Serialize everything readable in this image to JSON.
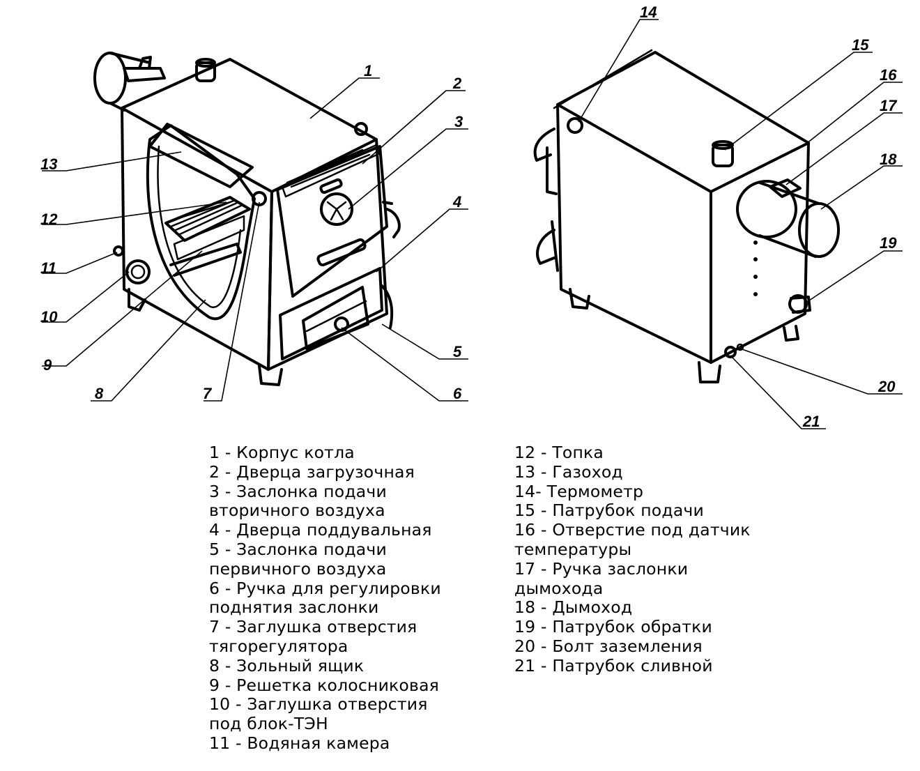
{
  "callouts": {
    "n1": "1",
    "n2": "2",
    "n3": "3",
    "n4": "4",
    "n5": "5",
    "n6": "6",
    "n7": "7",
    "n8": "8",
    "n9": "9",
    "n10": "10",
    "n11": "11",
    "n12": "12",
    "n13": "13",
    "n14": "14",
    "n15": "15",
    "n16": "16",
    "n17": "17",
    "n18": "18",
    "n19": "19",
    "n20": "20",
    "n21": "21"
  },
  "legend_left": [
    "1 - Корпус котла",
    "2 - Дверца загрузочная",
    "3 - Заслонка подачи",
    "вторичного воздуха",
    "4 - Дверца поддувальная",
    "5 - Заслонка подачи",
    "первичного воздуха",
    "6 - Ручка для регулировки",
    "поднятия заслонки",
    "7 - Заглушка отверстия",
    "тягорегулятора",
    "8 - Зольный ящик",
    "9 -  Решетка колосниковая",
    "10 -  Заглушка отверстия",
    "под блок-ТЭН",
    "11 - Водяная камера"
  ],
  "legend_right": [
    "12 - Топка",
    "13 - Газоход",
    "14- Термометр",
    "15 - Патрубок подачи",
    "16 - Отверстие под датчик",
    "температуры",
    "17 - Ручка заслонки",
    "дымохода",
    "18 - Дымоход",
    "19 - Патрубок обратки",
    "20 - Болт заземления",
    "21 - Патрубок сливной"
  ]
}
